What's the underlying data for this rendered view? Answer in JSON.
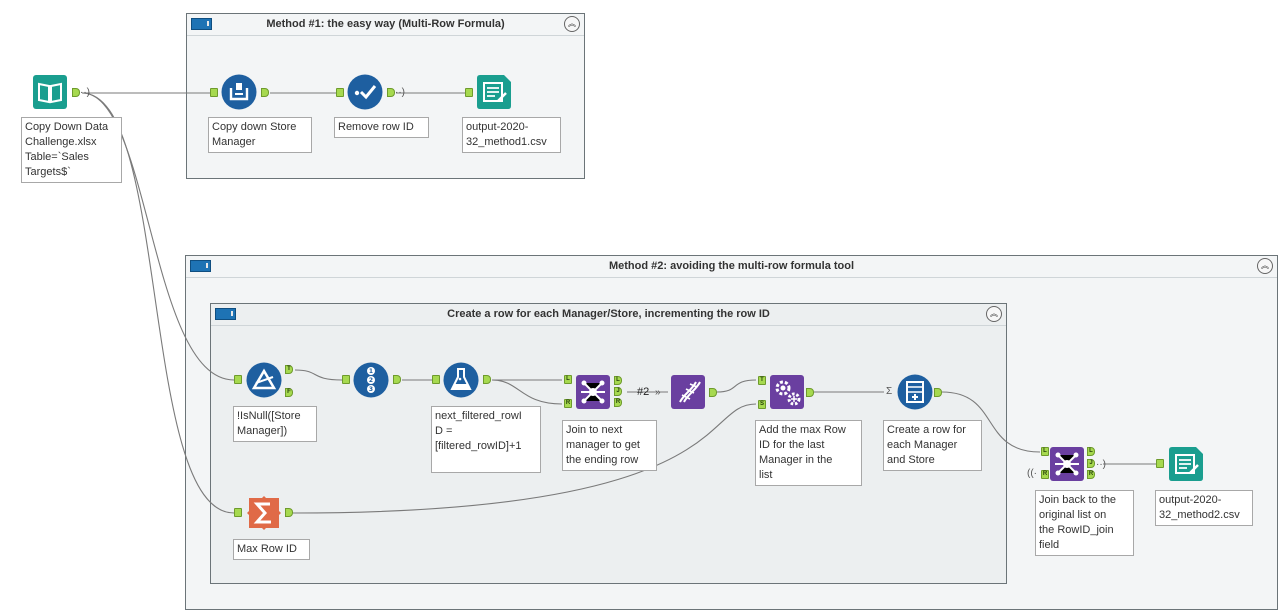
{
  "containers": {
    "method1": {
      "title": "Method #1: the easy way (Multi-Row Formula)"
    },
    "method2": {
      "title": "Method #2: avoiding the multi-row formula tool"
    },
    "inner": {
      "title": "Create a row for each Manager/Store, incrementing the row ID"
    }
  },
  "tools": {
    "input": {
      "icon": "input-data-book-icon",
      "label": "Copy Down Data\nChallenge.xlsx\nTable=`Sales\nTargets$`"
    },
    "multirow": {
      "icon": "multi-row-formula-icon",
      "label": "Copy down Store\nManager"
    },
    "select1": {
      "icon": "select-checkmark-icon",
      "label": "Remove row ID"
    },
    "output1": {
      "icon": "output-data-icon",
      "label": "output-2020-\n32_method1.csv"
    },
    "filter": {
      "icon": "filter-icon",
      "label": "!IsNull([Store\nManager])"
    },
    "recordid": {
      "icon": "record-id-icon",
      "label": ""
    },
    "formula": {
      "icon": "formula-flask-icon",
      "label": "next_filtered_rowI\nD =\n[filtered_rowID]+1"
    },
    "join1": {
      "icon": "join-icon",
      "label": "Join to next\nmanager to get\nthe ending row"
    },
    "dynamicrename": {
      "icon": "dynamic-rename-icon",
      "label": ""
    },
    "appendfields": {
      "icon": "append-fields-gears-icon",
      "label": "Add the max Row\nID for the last\nManager in the\nlist"
    },
    "generaterows": {
      "icon": "generate-rows-icon",
      "label": "Create a row for\neach Manager\nand Store"
    },
    "summarize": {
      "icon": "summarize-sigma-icon",
      "label": "Max Row ID"
    },
    "join2": {
      "icon": "join-icon",
      "label": "Join back to the\noriginal list on\nthe RowID_join\nfield"
    },
    "output2": {
      "icon": "output-data-icon",
      "label": "output-2020-\n32_method2.csv"
    }
  },
  "wire_labels": {
    "join_to_rename": "#2"
  },
  "colors": {
    "input_teal": "#1a9e8f",
    "prep_blue": "#1e5fa0",
    "join_purple": "#6a3fa0",
    "summarize_orange": "#e06a47",
    "anchor_green": "#a6d94f",
    "wire_gray": "#7a7a7a"
  }
}
